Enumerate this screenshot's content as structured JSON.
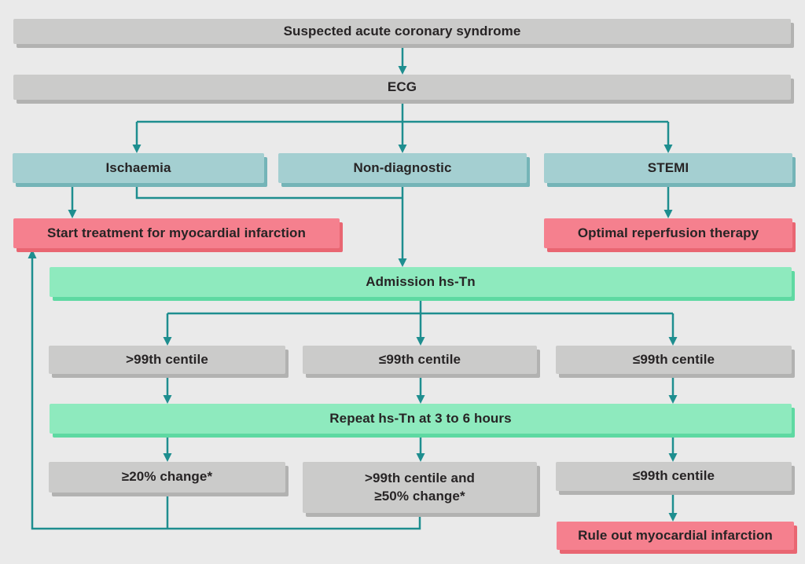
{
  "palette": {
    "background": "#eaeaea",
    "text": "#272425",
    "teal_line": "#1e8e8f",
    "box_gray": "#cbcbca",
    "shadow_gray": "#b2b2b1",
    "box_teal": "#a4cfd1",
    "shadow_teal": "#74b4b7",
    "box_green": "#8eeabe",
    "shadow_green": "#5ed9a2",
    "box_pink": "#f5808e",
    "shadow_pink": "#e96672"
  },
  "nodes": {
    "suspected_acs": "Suspected acute coronary syndrome",
    "ecg": "ECG",
    "ischaemia": "Ischaemia",
    "non_diagnostic": "Non-diagnostic",
    "stemi": "STEMI",
    "start_treatment": "Start treatment for myocardial infarction",
    "optimal_reperfusion": "Optimal reperfusion therapy",
    "admission_hstn": "Admission hs-Tn",
    "admission_gt99": ">99th centile",
    "admission_le99_mid": "≤99th centile",
    "admission_le99_right": "≤99th centile",
    "repeat_hstn": "Repeat hs-Tn at 3 to 6 hours",
    "change_ge20": "≥20% change*",
    "gt99_and_line1": ">99th centile and",
    "gt99_and_line2": "≥50% change*",
    "repeat_le99": "≤99th centile",
    "rule_out": "Rule out myocardial infarction"
  },
  "edges": [
    [
      "suspected_acs",
      "ecg"
    ],
    [
      "ecg",
      "ischaemia"
    ],
    [
      "ecg",
      "non_diagnostic"
    ],
    [
      "ecg",
      "stemi"
    ],
    [
      "ischaemia",
      "start_treatment"
    ],
    [
      "ischaemia",
      "admission_hstn"
    ],
    [
      "non_diagnostic",
      "admission_hstn"
    ],
    [
      "stemi",
      "optimal_reperfusion"
    ],
    [
      "admission_hstn",
      "admission_gt99"
    ],
    [
      "admission_hstn",
      "admission_le99_mid"
    ],
    [
      "admission_hstn",
      "admission_le99_right"
    ],
    [
      "admission_gt99",
      "repeat_hstn"
    ],
    [
      "admission_le99_mid",
      "repeat_hstn"
    ],
    [
      "admission_le99_right",
      "repeat_hstn"
    ],
    [
      "repeat_hstn",
      "change_ge20"
    ],
    [
      "repeat_hstn",
      "gt99_and_change_ge50"
    ],
    [
      "repeat_hstn",
      "repeat_le99"
    ],
    [
      "change_ge20",
      "start_treatment"
    ],
    [
      "gt99_and_change_ge50",
      "start_treatment"
    ],
    [
      "repeat_le99",
      "rule_out"
    ]
  ]
}
